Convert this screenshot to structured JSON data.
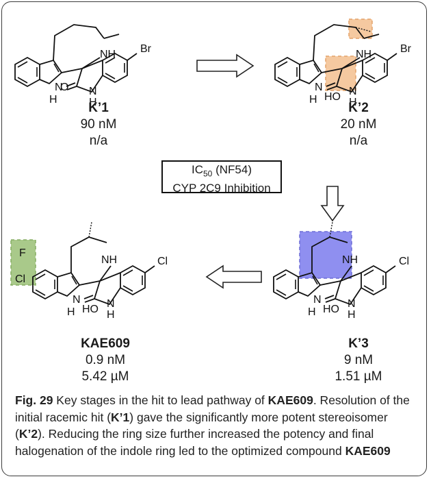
{
  "compounds": [
    {
      "id": "k1",
      "name": "K’1",
      "ic50": "90 nM",
      "cyp": "n/a"
    },
    {
      "id": "k2",
      "name": "K’2",
      "ic50": "20 nM",
      "cyp": "n/a"
    },
    {
      "id": "k3",
      "name": "K’3",
      "ic50": "9 nM",
      "cyp": "1.51 µM"
    },
    {
      "id": "kae",
      "name": "KAE609",
      "ic50": "0.9 nM",
      "cyp": "5.42 µM"
    }
  ],
  "legend": {
    "line1_pre": "IC",
    "line1_sub": "50",
    "line1_post": " (NF54)",
    "line2": "CYP 2C9 Inhibition"
  },
  "atoms": {
    "nh": "NH",
    "n_indole": "N",
    "h": "H",
    "o": "O",
    "br": "Br",
    "cl": "Cl",
    "f": "F",
    "ho": "HO"
  },
  "caption": {
    "label": "Fig. 29",
    "t1": "  Key stages in the hit to lead pathway of ",
    "b1": "KAE609",
    "t2": ". Resolution of the initial racemic hit (",
    "b2": "K’1",
    "t3": ") gave the significantly more potent stereoisomer (",
    "b3": "K’2",
    "t4": "). Reducing the ring size further increased the potency and final halogenation of the indole ring led to the optimized compound ",
    "b4": "KAE609"
  },
  "colors": {
    "highlight_orange": "#f5c9a0",
    "highlight_blue": "#8f8ff0",
    "highlight_green": "#a9c98a"
  }
}
